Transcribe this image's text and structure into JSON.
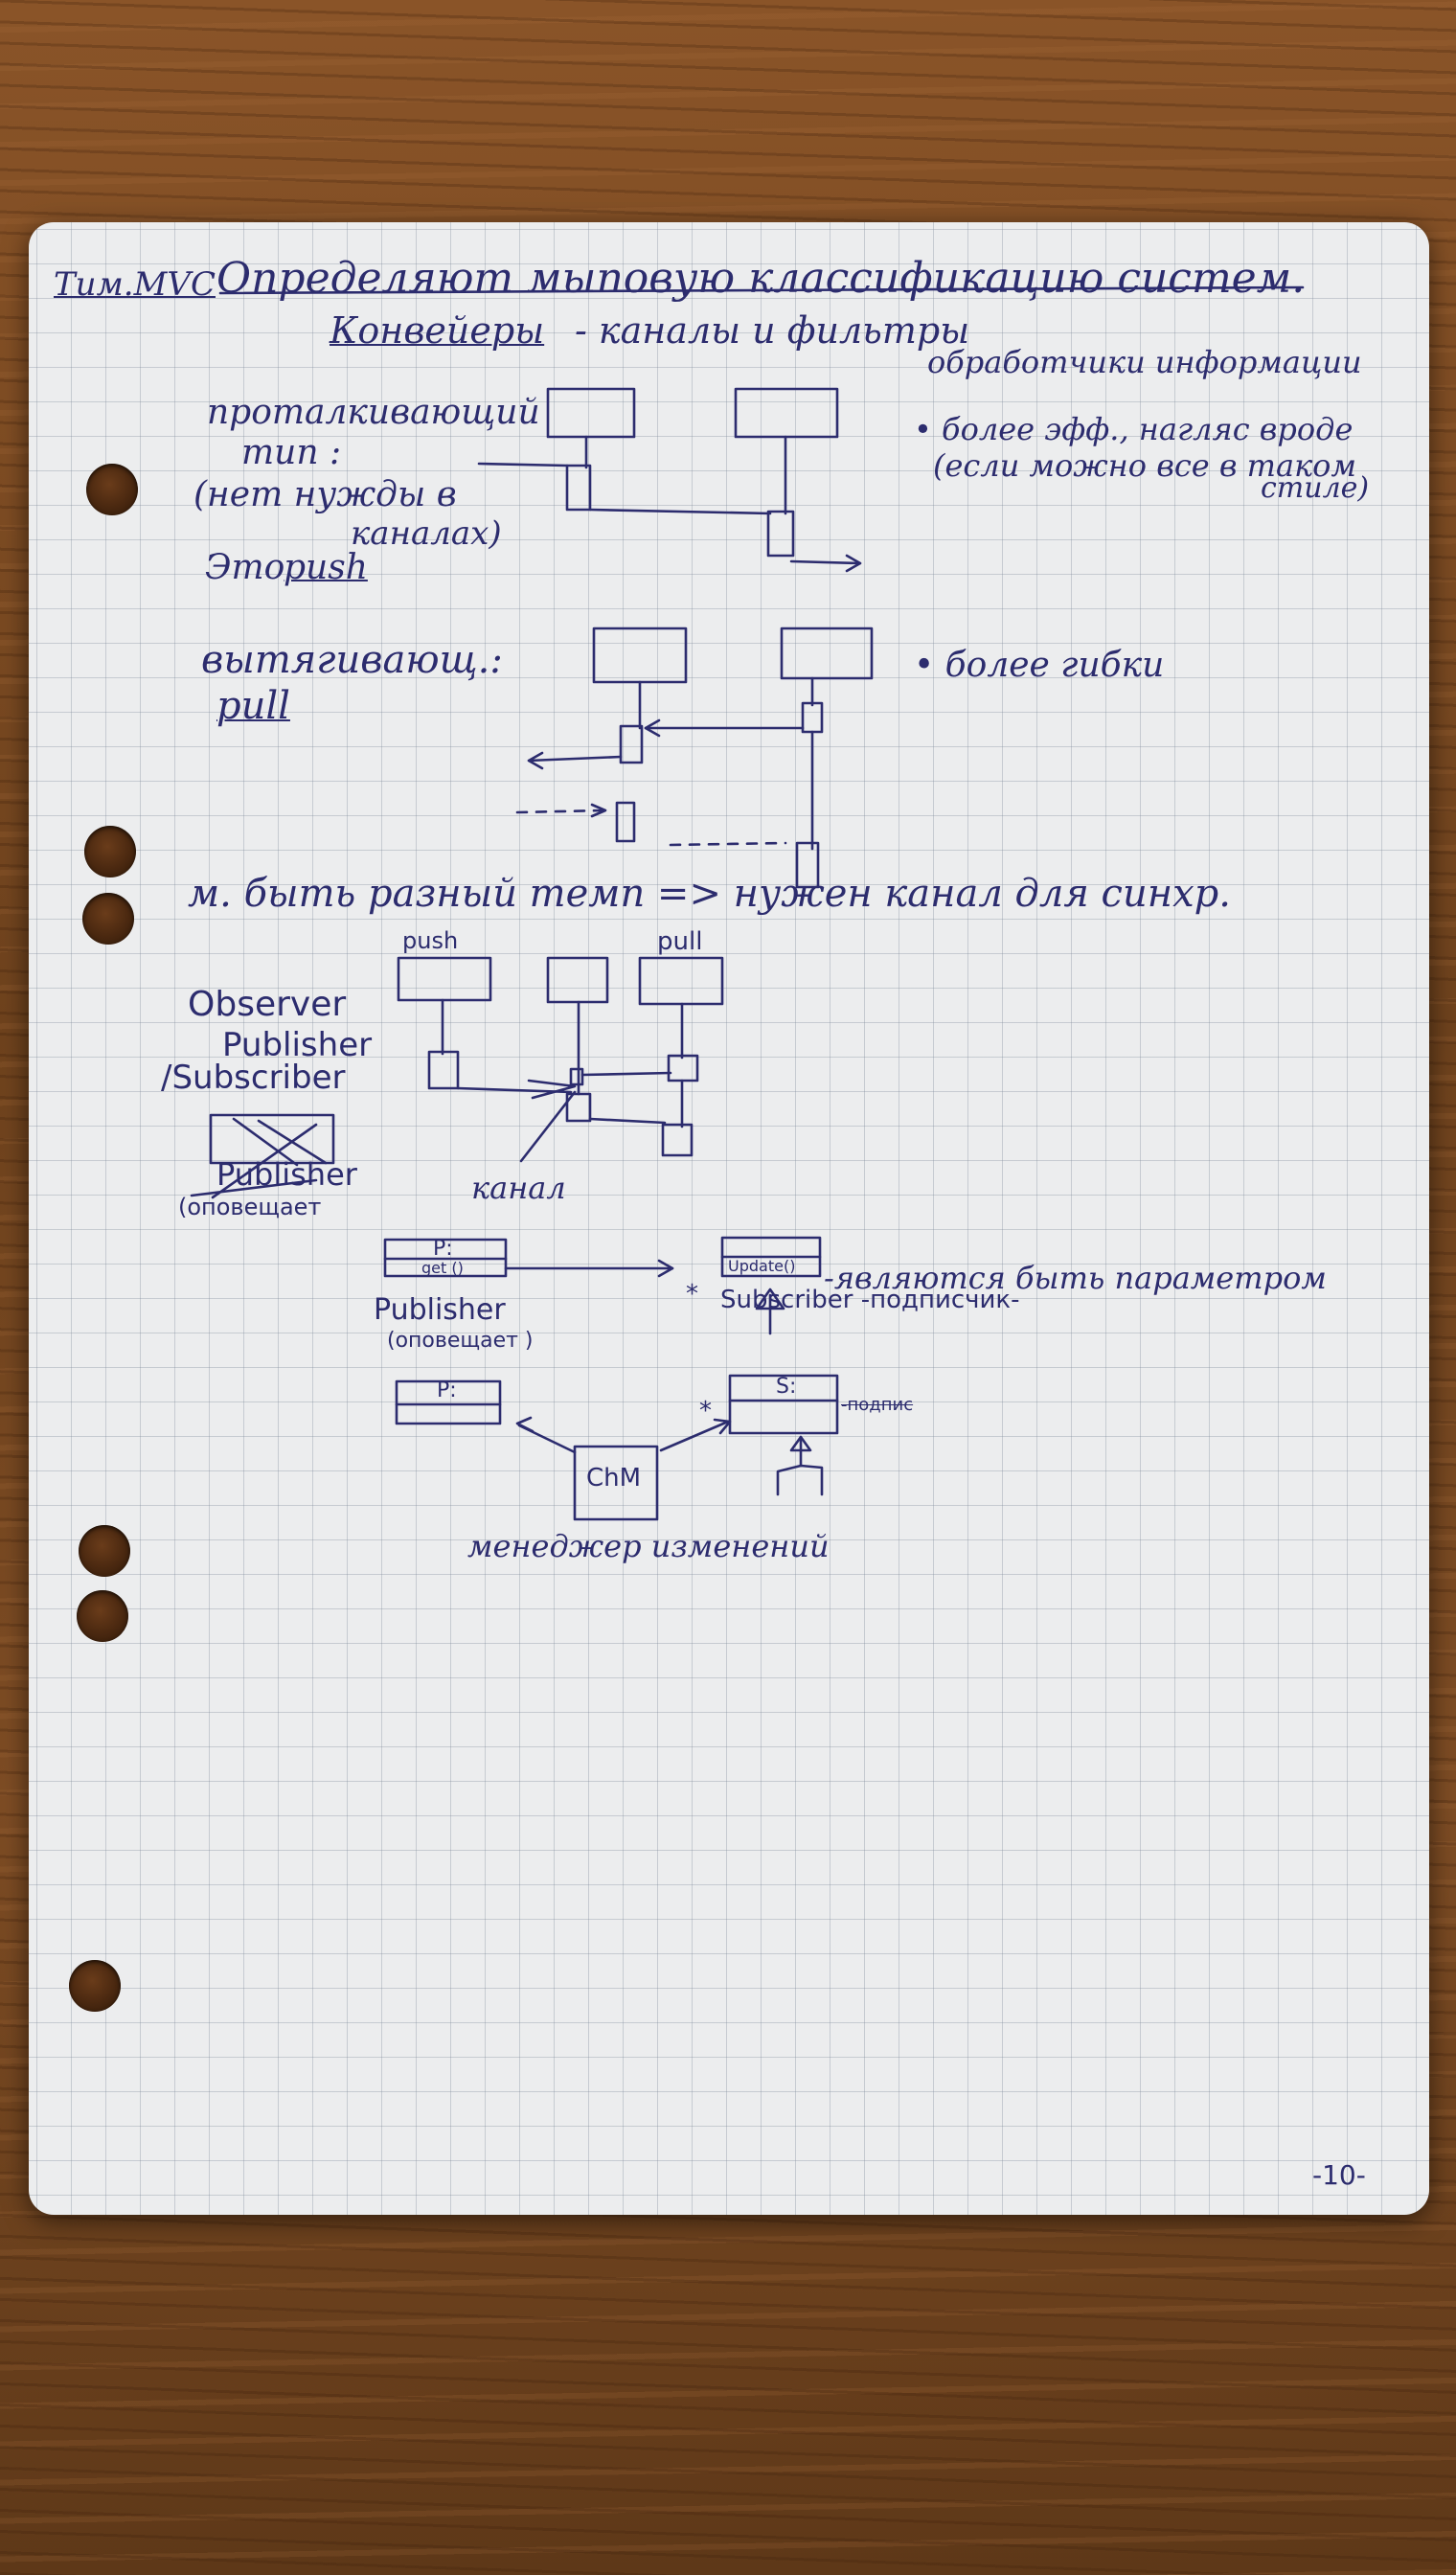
{
  "notes": {
    "header_left": "Тим.MVC",
    "title_line1": "Определяют мыповую классификацию систем.",
    "title_line2_left": "Конвейеры",
    "title_line2_rest": "- каналы и фильтры",
    "title_line2_right": "обработчики информации",
    "push_label_1": "проталкивающий",
    "push_label_2": "тип :",
    "push_label_3": "(нет нужды в",
    "push_label_4": "каналах)",
    "push_label_5": "Это",
    "push_label_6": "push",
    "push_note_1": "• более эфф., нагляс вроде",
    "push_note_2": "(если можно все в таком",
    "push_note_3": "стиле)",
    "pull_label_1": "вытягивающ.:",
    "pull_label_2": "pull",
    "pull_note": "• более гибки",
    "sync_line": "м. быть разный темп => нужен канал для синхр.",
    "observer_label": "Observer",
    "publisher_label": "Publisher",
    "subscriber_label": "/Subscriber",
    "diagram_push_tag": "push",
    "diagram_pull_tag": "pull",
    "kanal_label": "канал",
    "crossed_publisher": "Publisher",
    "crossed_opoveshchatel": "(оповещает",
    "class_p_name": "P:",
    "class_p_method": "get ()",
    "class_s_method": "Update()",
    "param_note": "-являются быть параметром",
    "star_1": "*",
    "star_2": "*",
    "subscriber_note": "Subscriber -подписчик-",
    "publisher_note_1": "Publisher",
    "publisher_note_2": "(оповещает )",
    "class_p2_name": "P:",
    "class_s2_name": "S:",
    "s_side_note": "-подпис",
    "chm_label": "ChM",
    "change_manager": "менеджер изменений",
    "page_number": "-10-"
  }
}
